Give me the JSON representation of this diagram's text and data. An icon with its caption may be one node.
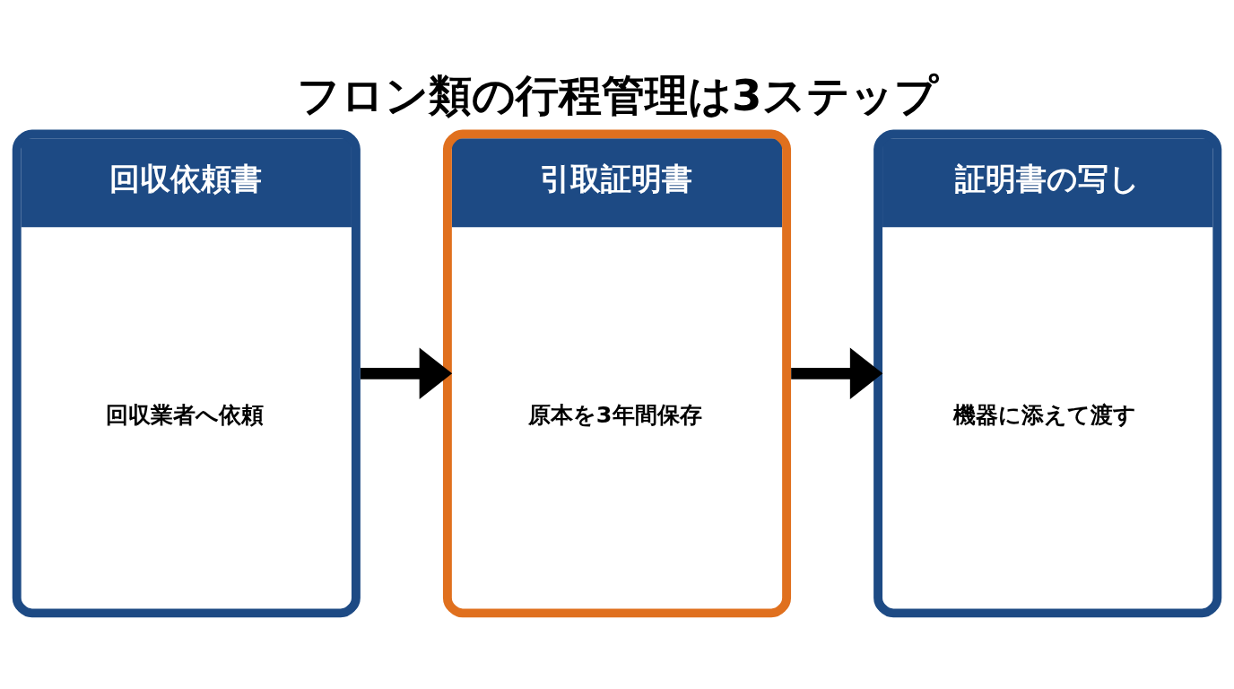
{
  "diagram": {
    "title": "フロン類の行程管理は3ステップ",
    "nodes": [
      {
        "text": [
          "回収依頼書",
          "回収業者へ依頼"
        ]
      },
      {
        "text": [
          "引取証明書",
          "原本を3年間保存"
        ]
      },
      {
        "text": [
          "証明書の写し",
          "機器に添えて渡す"
        ]
      }
    ],
    "edges": [
      {
        "from": 0,
        "to": 1,
        "arrow": "to"
      },
      {
        "from": 1,
        "to": 2,
        "arrow": "to"
      }
    ]
  }
}
